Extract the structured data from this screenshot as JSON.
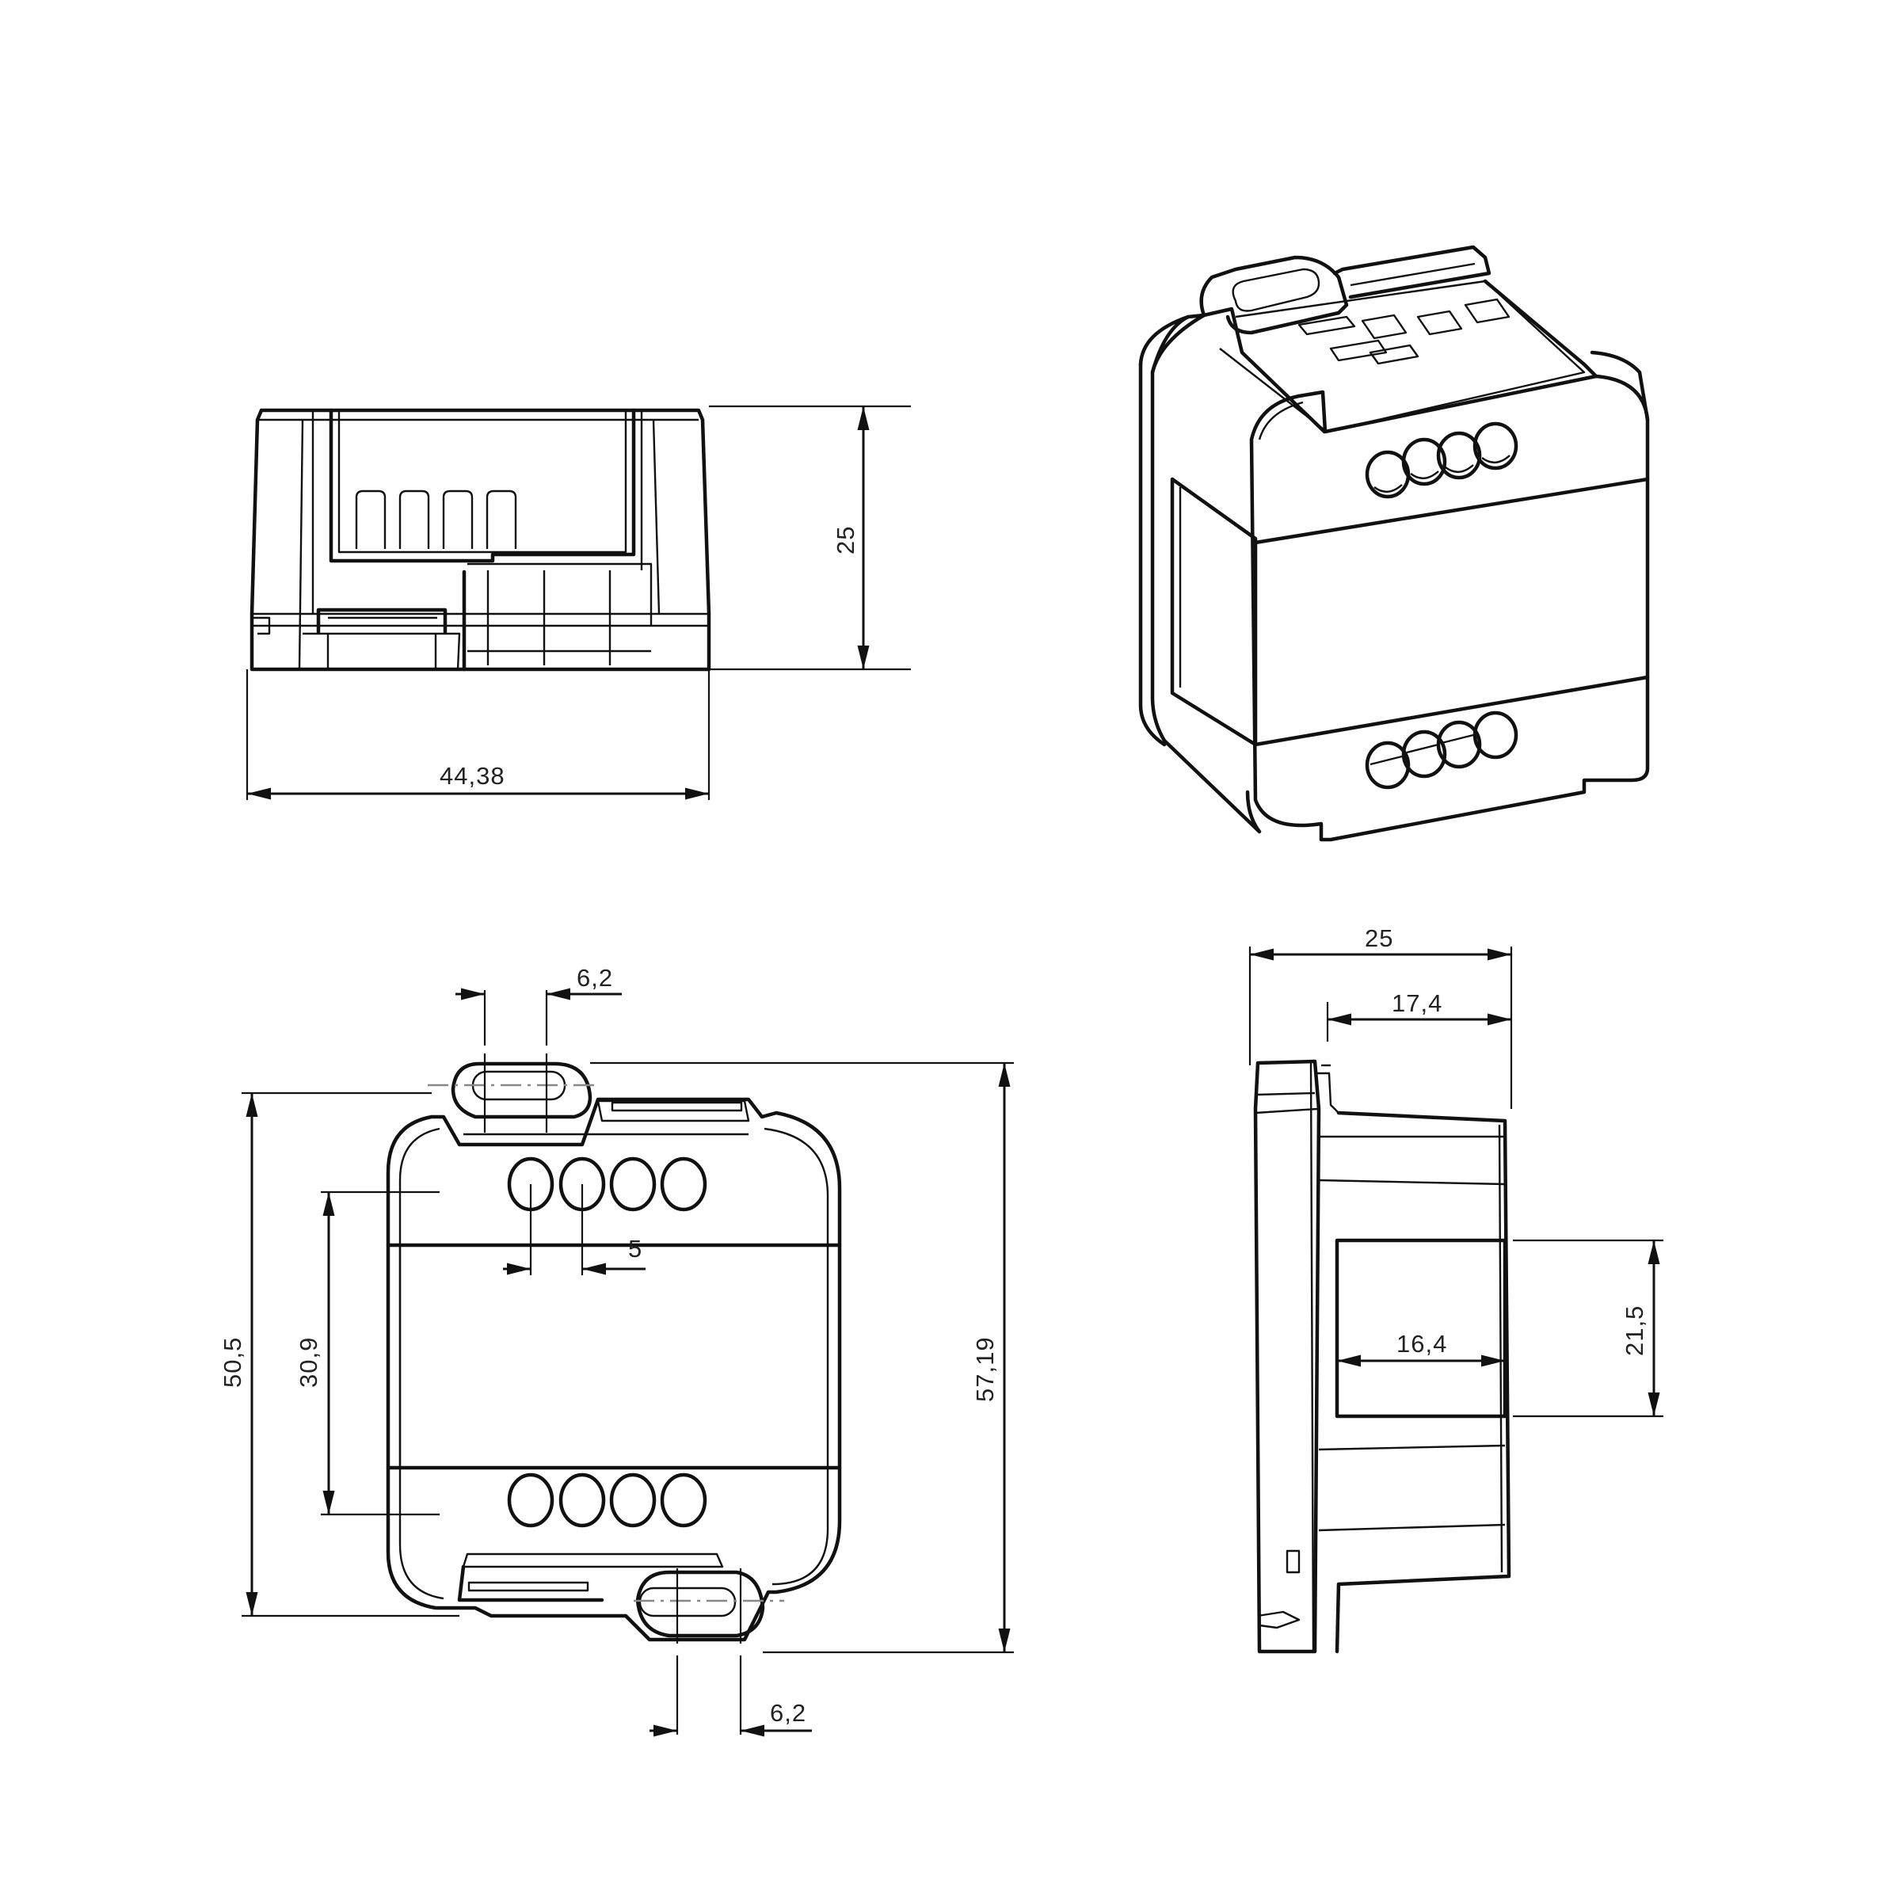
{
  "drawing": {
    "type": "technical dimension drawing",
    "units": "mm",
    "views": {
      "front_view": {
        "dimensions": {
          "width": "44,38",
          "height": "25"
        }
      },
      "isometric_view": {
        "terminal_holes_top": 4,
        "terminal_holes_bottom": 4
      },
      "top_view": {
        "dimensions": {
          "tab_top_width": "6,2",
          "tab_bottom_width": "6,2",
          "hole_pitch": "5",
          "body_height": "50,5",
          "inner_height": "30,9",
          "overall_height": "57,19"
        },
        "terminal_holes_top": 4,
        "terminal_holes_bottom": 4
      },
      "side_view": {
        "dimensions": {
          "total_depth": "25",
          "upper_depth": "17,4",
          "window_width": "16,4",
          "window_height": "21,5"
        }
      }
    }
  }
}
